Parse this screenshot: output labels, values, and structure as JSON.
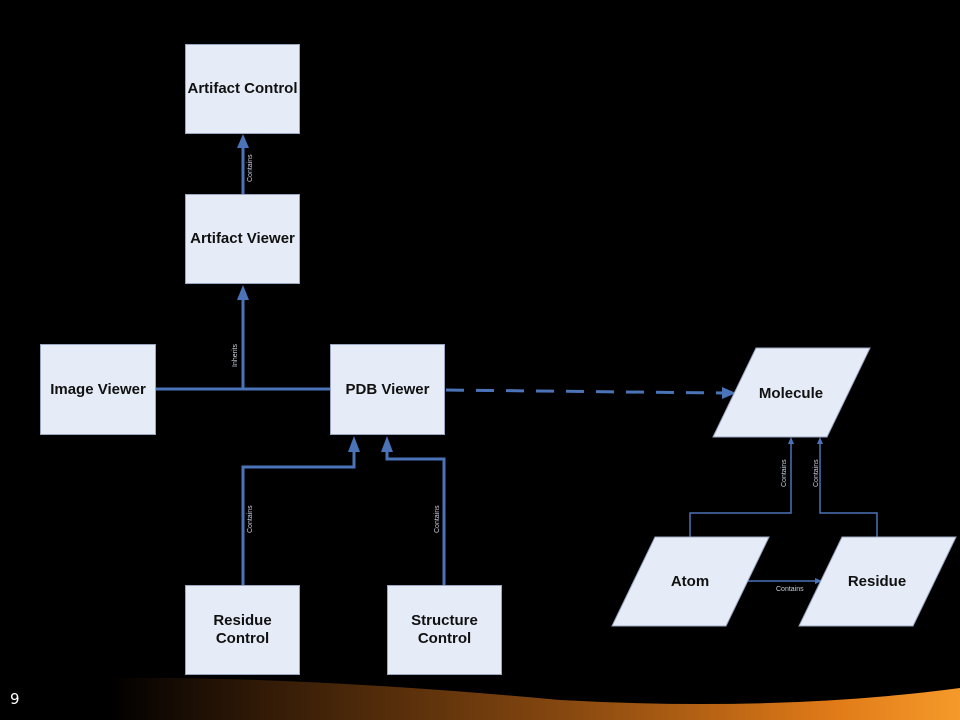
{
  "nodes": {
    "artifact_control": "Artifact Control",
    "artifact_viewer": "Artifact Viewer",
    "image_viewer": "Image Viewer",
    "pdb_viewer": "PDB Viewer",
    "residue_control": "Residue\nControl",
    "structure_control": "Structure\nControl",
    "molecule": "Molecule",
    "atom": "Atom",
    "residue": "Residue"
  },
  "edge_labels": {
    "contains_artifact": "Contains",
    "inherits": "Inherits",
    "contains_residue_control": "Contains",
    "contains_structure_control": "Contains",
    "contains_atom_molecule": "Contains",
    "contains_residue_molecule": "Contains",
    "contains_atom_residue": "Contains"
  },
  "page_number": "9",
  "colors": {
    "background": "#000000",
    "node_fill": "#e6ecf7",
    "edge": "#4a73b8",
    "swoosh": "#f08a1e"
  }
}
